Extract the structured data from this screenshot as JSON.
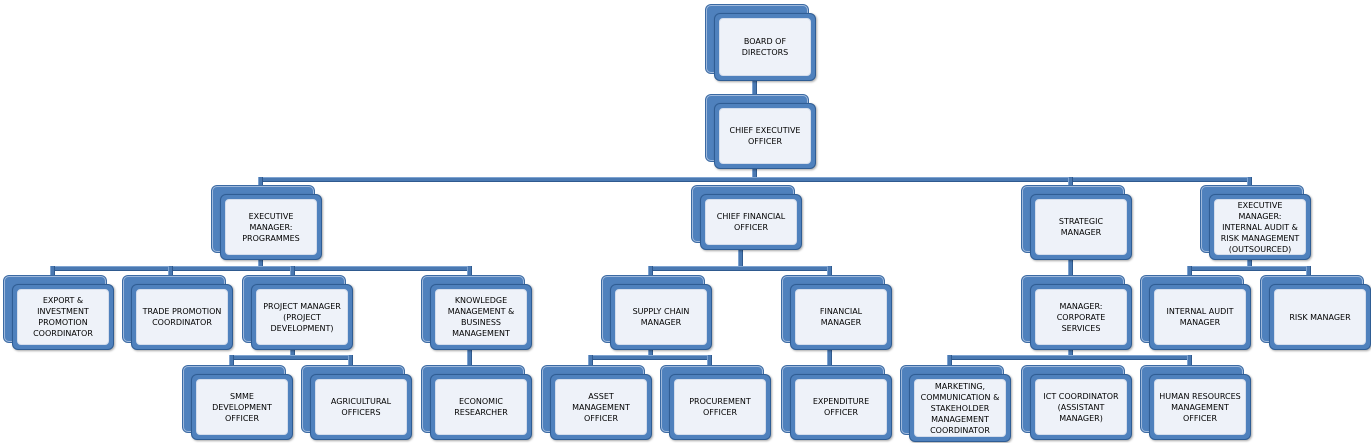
{
  "org_chart": {
    "nodes": {
      "board": "BOARD OF DIRECTORS",
      "ceo": "CHIEF EXECUTIVE OFFICER",
      "exec_programmes": "EXECUTIVE MANAGER: PROGRAMMES",
      "cfo": "CHIEF FINANCIAL OFFICER",
      "strategic": "STRATEGIC MANAGER",
      "exec_audit": "EXECUTIVE MANAGER: INTERNAL AUDIT & RISK MANAGEMENT (OUTSOURCED)",
      "export": "EXPORT & INVESTMENT PROMOTION COORDINATOR",
      "trade": "TRADE PROMOTION COORDINATOR",
      "project_mgr": "PROJECT MANAGER (PROJECT DEVELOPMENT)",
      "knowledge": "KNOWLEDGE MANAGEMENT & BUSINESS MANAGEMENT",
      "supply_chain": "SUPPLY CHAIN MANAGER",
      "financial_mgr": "FINANCIAL MANAGER",
      "corporate": "MANAGER: CORPORATE SERVICES",
      "internal_audit": "INTERNAL AUDIT MANAGER",
      "risk": "RISK MANAGER",
      "smme": "SMME DEVELOPMENT OFFICER",
      "agri": "AGRICULTURAL OFFICERS",
      "econ": "ECONOMIC RESEARCHER",
      "asset": "ASSET MANAGEMENT OFFICER",
      "procurement": "PROCUREMENT OFFICER",
      "expenditure": "EXPENDITURE OFFICER",
      "marketing": "MARKETING, COMMUNICATION & STAKEHOLDER MANAGEMENT COORDINATOR",
      "ict": "ICT COORDINATOR (ASSISTANT MANAGER)",
      "hr": "HUMAN RESOURCES MANAGEMENT OFFICER"
    }
  },
  "colors": {
    "node_fill": "#4f81bd",
    "node_inner": "#eef2f9",
    "connector": "#4a79b2"
  }
}
